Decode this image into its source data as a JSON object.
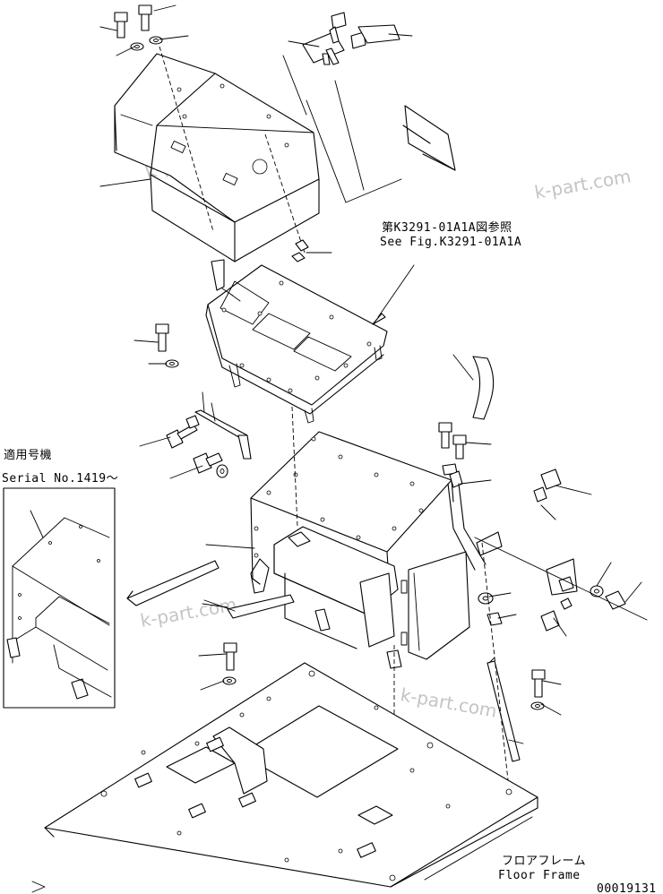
{
  "annotations": {
    "ref_jp": "第K3291-01A1A図参照",
    "ref_en": "See Fig.K3291-01A1A",
    "serial_jp": "適用号機",
    "serial_en": "Serial No.1419～",
    "floor_jp": "フロアフレーム",
    "floor_en": "Floor Frame",
    "drawing_no": "00019131"
  },
  "watermarks": [
    "k-part.com",
    "k-part.com",
    "k-part.com",
    "k-part.com"
  ],
  "colors": {
    "line": "#000000",
    "watermark": "#c4c4c4",
    "background": "#ffffff"
  }
}
